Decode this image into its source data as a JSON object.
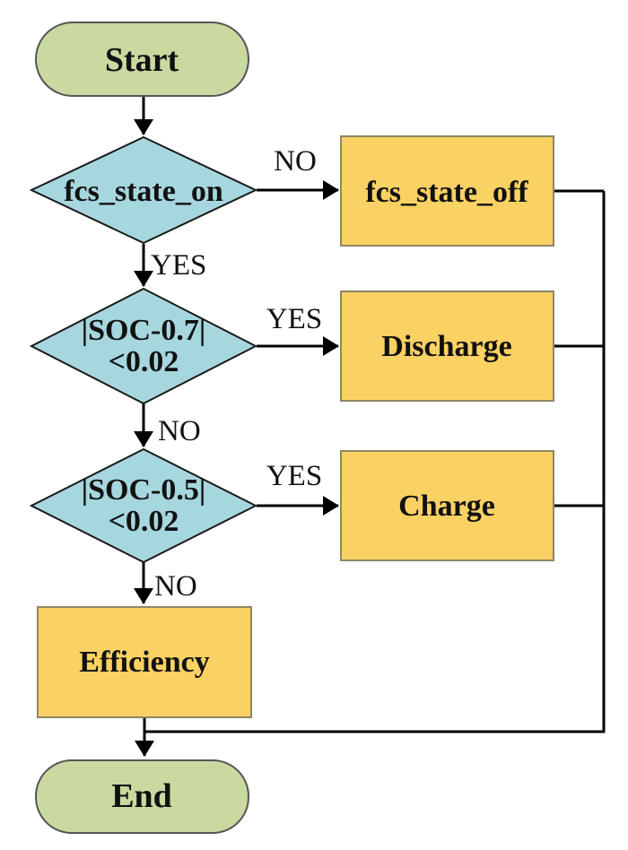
{
  "figure": {
    "type": "flowchart",
    "colors": {
      "background": "#ffffff",
      "terminator_fill": "#c9d9a0",
      "terminator_stroke": "#555555",
      "decision_fill": "#a6d7de",
      "decision_stroke": "#1a1a1a",
      "process_fill": "#fad163",
      "process_stroke": "#8e8663",
      "line": "#000000",
      "text": "#111111"
    },
    "icons": {
      "arrowhead": "filled-triangle-arrowhead"
    },
    "nodes": {
      "start": {
        "shape": "terminator",
        "label": "Start"
      },
      "fcs_state_on": {
        "shape": "decision",
        "label": "fcs_state_on"
      },
      "fcs_state_off": {
        "shape": "process",
        "label": "fcs_state_off"
      },
      "soc_07": {
        "shape": "decision",
        "label_line1": "|SOC-0.7|",
        "label_line2": "<0.02"
      },
      "discharge": {
        "shape": "process",
        "label": "Discharge"
      },
      "soc_05": {
        "shape": "decision",
        "label_line1": "|SOC-0.5|",
        "label_line2": "<0.02"
      },
      "charge": {
        "shape": "process",
        "label": "Charge"
      },
      "efficiency": {
        "shape": "process",
        "label": "Efficiency"
      },
      "end": {
        "shape": "terminator",
        "label": "End"
      }
    },
    "edge_labels": {
      "fcs_no": "NO",
      "fcs_yes": "YES",
      "soc07_yes": "YES",
      "soc07_no": "NO",
      "soc05_yes": "YES",
      "soc05_no": "NO"
    }
  }
}
